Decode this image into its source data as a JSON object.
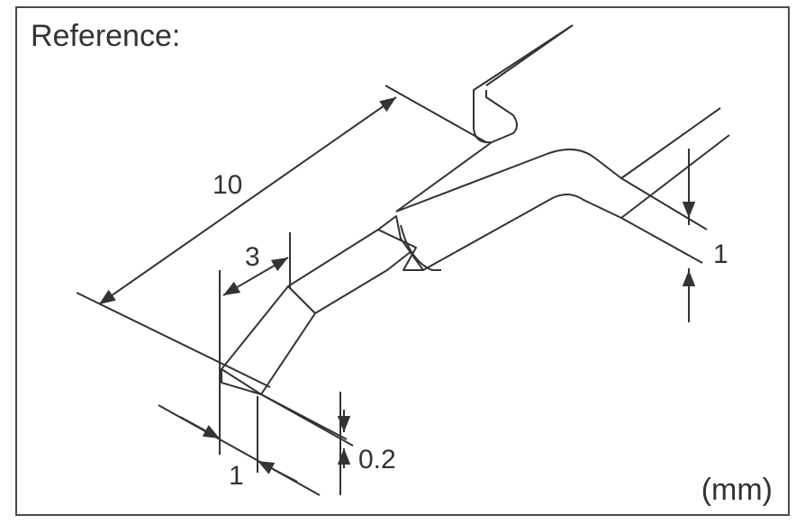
{
  "title": "Reference:",
  "units": "(mm)",
  "dimensions": {
    "total_length": "10",
    "bevel_length": "3",
    "tip_width": "1",
    "tip_thickness": "0.2",
    "shaft_offset": "1"
  }
}
